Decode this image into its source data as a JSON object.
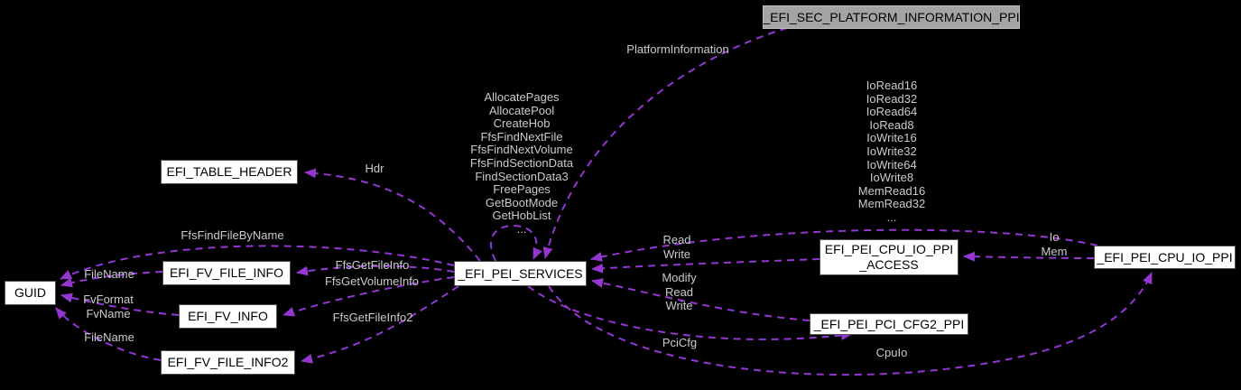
{
  "diagram": {
    "nodes": {
      "sec_platform_information_ppi": {
        "label": "_EFI_SEC_PLATFORM_INFORMATION_PPI",
        "highlighted": true
      },
      "efi_table_header": {
        "label": "EFI_TABLE_HEADER"
      },
      "guid": {
        "label": "GUID"
      },
      "efi_fv_file_info": {
        "label": "EFI_FV_FILE_INFO"
      },
      "efi_fv_info": {
        "label": "EFI_FV_INFO"
      },
      "efi_fv_file_info2": {
        "label": "EFI_FV_FILE_INFO2"
      },
      "efi_pei_services": {
        "label": "_EFI_PEI_SERVICES"
      },
      "efi_pei_cpu_io_ppi_access": {
        "label": "EFI_PEI_CPU_IO_PPI\n_ACCESS"
      },
      "efi_pei_pci_cfg2_ppi": {
        "label": "_EFI_PEI_PCI_CFG2_PPI"
      },
      "efi_pei_cpu_io_ppi": {
        "label": "_EFI_PEI_CPU_IO_PPI"
      }
    },
    "edge_labels": {
      "platform_information": "PlatformInformation",
      "pei_services_self": "AllocatePages\nAllocatePool\nCreateHob\nFfsFindNextFile\nFfsFindNextVolume\nFfsFindSectionData\nFindSectionData3\nFreePages\nGetBootMode\nGetHobList\n...",
      "cpu_io_members": "IoRead16\nIoRead32\nIoRead64\nIoRead8\nIoWrite16\nIoWrite32\nIoWrite64\nIoWrite8\nMemRead16\nMemRead32\n...",
      "hdr": "Hdr",
      "ffs_find_file_by_name": "FfsFindFileByName",
      "file_name_top": "FileName",
      "fv_format_fv_name": "FvFormat\nFvName",
      "file_name_bottom": "FileName",
      "ffs_get_file_info": "FfsGetFileInfo",
      "ffs_get_volume_info": "FfsGetVolumeInfo",
      "ffs_get_file_info2": "FfsGetFileInfo2",
      "read_write": "Read\nWrite",
      "modify_read_write": "Modify\nRead\nWrite",
      "pci_cfg": "PciCfg",
      "cpu_io": "CpuIo",
      "io_mem": "Io\nMem"
    },
    "colors": {
      "background": "#000000",
      "edge_color": "#9336D2",
      "edge_label_text": "#CBCBCB",
      "node_fill": "#FFFFFF",
      "node_border": "#4F4F4F",
      "node_text": "#000000",
      "highlight_fill": "#A4A4A4",
      "highlight_border": "#C2C2C2"
    }
  }
}
